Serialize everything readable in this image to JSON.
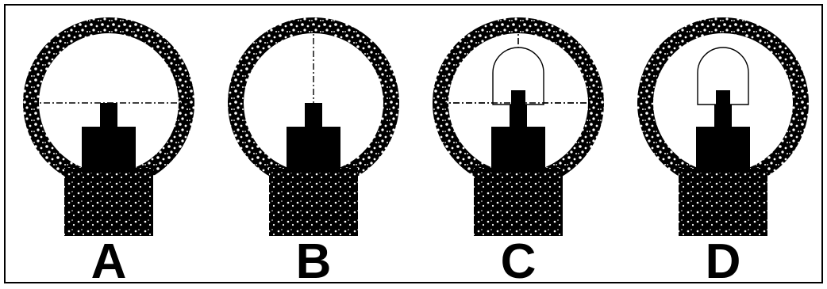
{
  "panels": [
    {
      "label": "A",
      "reference_lines": [
        "horizontal"
      ],
      "bulb_outline": false
    },
    {
      "label": "B",
      "reference_lines": [
        "vertical"
      ],
      "bulb_outline": false
    },
    {
      "label": "C",
      "reference_lines": [
        "horizontal",
        "vertical"
      ],
      "bulb_outline": true
    },
    {
      "label": "D",
      "reference_lines": [],
      "bulb_outline": true
    }
  ],
  "colors": {
    "ink": "#000000",
    "paper": "#ffffff",
    "border": "#000000"
  }
}
